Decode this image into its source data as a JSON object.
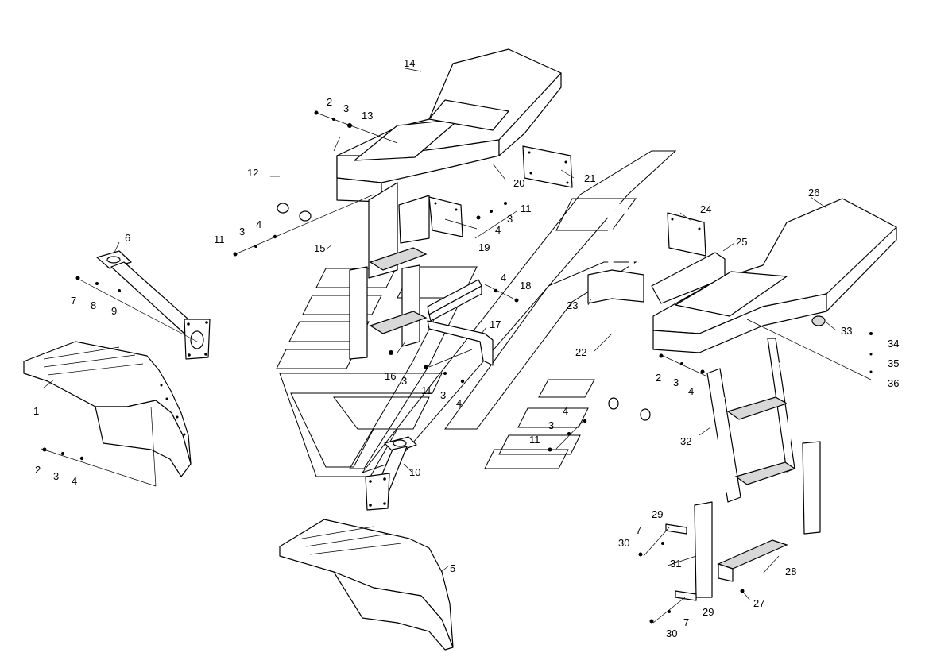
{
  "diagram": {
    "callouts": [
      {
        "id": "c1",
        "text": "1"
      },
      {
        "id": "c2a",
        "text": "2"
      },
      {
        "id": "c3a",
        "text": "3"
      },
      {
        "id": "c4a",
        "text": "4"
      },
      {
        "id": "c5",
        "text": "5"
      },
      {
        "id": "c6",
        "text": "6"
      },
      {
        "id": "c7a",
        "text": "7"
      },
      {
        "id": "c8",
        "text": "8"
      },
      {
        "id": "c9",
        "text": "9"
      },
      {
        "id": "c10",
        "text": "10"
      },
      {
        "id": "c11a",
        "text": "11"
      },
      {
        "id": "c3b",
        "text": "3"
      },
      {
        "id": "c4b",
        "text": "4"
      },
      {
        "id": "c12",
        "text": "12"
      },
      {
        "id": "c2b",
        "text": "2"
      },
      {
        "id": "c3c",
        "text": "3"
      },
      {
        "id": "c13",
        "text": "13"
      },
      {
        "id": "c14",
        "text": "14"
      },
      {
        "id": "c15",
        "text": "15"
      },
      {
        "id": "c16",
        "text": "16"
      },
      {
        "id": "c3d",
        "text": "3"
      },
      {
        "id": "c11b",
        "text": "11"
      },
      {
        "id": "c3e",
        "text": "3"
      },
      {
        "id": "c4c",
        "text": "4"
      },
      {
        "id": "c17",
        "text": "17"
      },
      {
        "id": "c4d",
        "text": "4"
      },
      {
        "id": "c18",
        "text": "18"
      },
      {
        "id": "c19",
        "text": "19"
      },
      {
        "id": "c4e",
        "text": "4"
      },
      {
        "id": "c3f",
        "text": "3"
      },
      {
        "id": "c11c",
        "text": "11"
      },
      {
        "id": "c20",
        "text": "20"
      },
      {
        "id": "c21",
        "text": "21"
      },
      {
        "id": "c22",
        "text": "22"
      },
      {
        "id": "c23",
        "text": "23"
      },
      {
        "id": "c24",
        "text": "24"
      },
      {
        "id": "c25",
        "text": "25"
      },
      {
        "id": "c26",
        "text": "26"
      },
      {
        "id": "c2c",
        "text": "2"
      },
      {
        "id": "c3g",
        "text": "3"
      },
      {
        "id": "c4f",
        "text": "4"
      },
      {
        "id": "c4g",
        "text": "4"
      },
      {
        "id": "c3h",
        "text": "3"
      },
      {
        "id": "c11d",
        "text": "11"
      },
      {
        "id": "c32",
        "text": "32"
      },
      {
        "id": "c33",
        "text": "33"
      },
      {
        "id": "c34",
        "text": "34"
      },
      {
        "id": "c35",
        "text": "35"
      },
      {
        "id": "c36",
        "text": "36"
      },
      {
        "id": "c29a",
        "text": "29"
      },
      {
        "id": "c7b",
        "text": "7"
      },
      {
        "id": "c30a",
        "text": "30"
      },
      {
        "id": "c31",
        "text": "31"
      },
      {
        "id": "c28",
        "text": "28"
      },
      {
        "id": "c27",
        "text": "27"
      },
      {
        "id": "c29b",
        "text": "29"
      },
      {
        "id": "c7c",
        "text": "7"
      },
      {
        "id": "c30b",
        "text": "30"
      }
    ]
  }
}
